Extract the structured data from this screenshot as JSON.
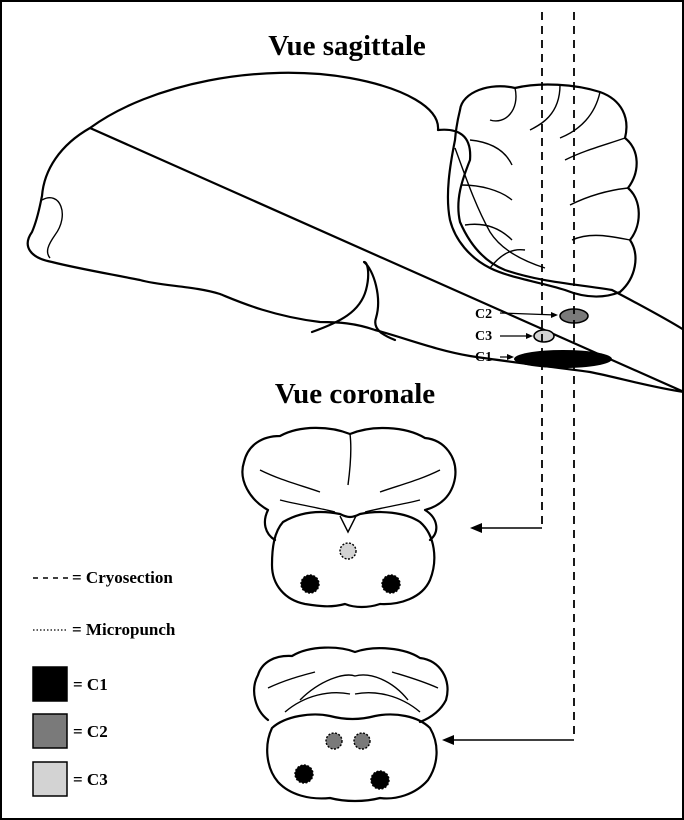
{
  "titles": {
    "sagittal": "Vue sagittale",
    "coronal": "Vue coronale"
  },
  "region_labels": {
    "c2": "C2",
    "c3": "C3",
    "c1": "C1"
  },
  "legend": {
    "cryosection": "= Cryosection",
    "micropunch": "= Micropunch",
    "c1": "= C1",
    "c2": "= C2",
    "c3": "= C3"
  },
  "colors": {
    "c1": "#000000",
    "c2": "#7a7a7a",
    "c3": "#d3d3d3",
    "line": "#000000"
  }
}
